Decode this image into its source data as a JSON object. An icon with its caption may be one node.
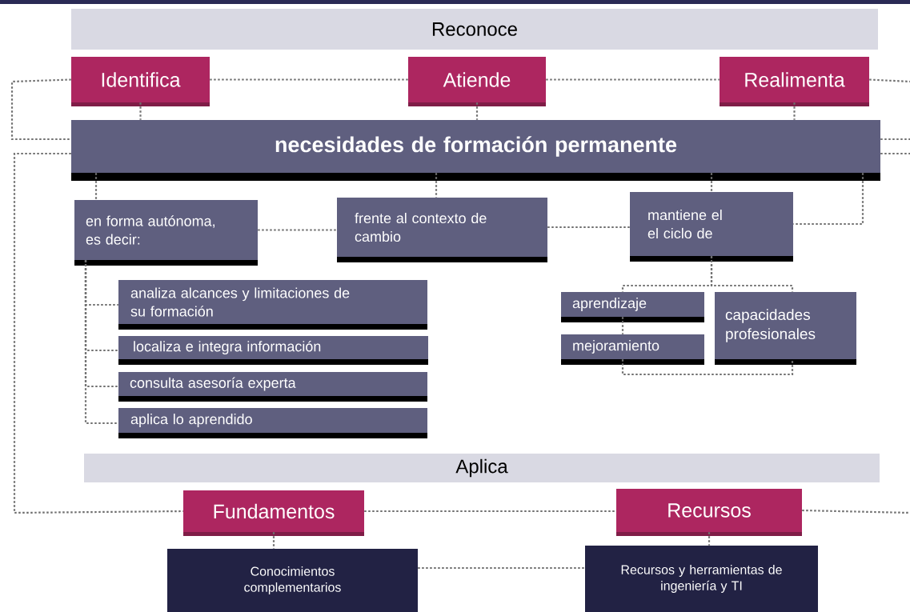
{
  "diagram": {
    "nodes": [
      {
        "text": [
          "Reconoce"
        ]
      },
      {
        "text": [
          "Identifica"
        ]
      },
      {
        "text": [
          "Atiende"
        ]
      },
      {
        "text": [
          "Realimenta"
        ]
      },
      {
        "text": [
          "necesidades de formación permanente"
        ]
      },
      {
        "text": [
          "en forma autónoma, es decir:"
        ]
      },
      {
        "text": [
          "frente al contexto de cambio"
        ]
      },
      {
        "text": [
          "mantiene el el ciclo de"
        ]
      },
      {
        "text": [
          "analiza alcances y limitaciones de su formación"
        ]
      },
      {
        "text": [
          "localiza e integra información"
        ]
      },
      {
        "text": [
          "consulta asesoría experta"
        ]
      },
      {
        "text": [
          "aplica lo aprendido"
        ]
      },
      {
        "text": [
          "aprendizaje"
        ]
      },
      {
        "text": [
          "mejoramiento"
        ]
      },
      {
        "text": [
          "capacidades profesionales"
        ]
      },
      {
        "text": [
          "Aplica"
        ]
      },
      {
        "text": [
          "Fundamentos"
        ]
      },
      {
        "text": [
          "Recursos"
        ]
      },
      {
        "text": [
          "Conocimientos complementarios"
        ]
      },
      {
        "text": [
          "Recursos y herramientas de ingeniería y TI"
        ]
      }
    ],
    "edges": [
      {
        "from": 1,
        "to": 2,
        "arrow": "none"
      },
      {
        "from": 2,
        "to": 3,
        "arrow": "none"
      },
      {
        "from": 3,
        "to": null,
        "arrow": "none"
      },
      {
        "from": 1,
        "to": 4,
        "arrow": "none"
      },
      {
        "from": 1,
        "to": 4,
        "arrow": "none"
      },
      {
        "from": 2,
        "to": 4,
        "arrow": "none"
      },
      {
        "from": 3,
        "to": 4,
        "arrow": "none"
      },
      {
        "from": 4,
        "to": null,
        "arrow": "none"
      },
      {
        "from": 4,
        "to": null,
        "arrow": "none"
      },
      {
        "from": 4,
        "to": 16,
        "arrow": "none"
      },
      {
        "from": 4,
        "to": 5,
        "arrow": "none"
      },
      {
        "from": 4,
        "to": 6,
        "arrow": "none"
      },
      {
        "from": 4,
        "to": 7,
        "arrow": "none"
      },
      {
        "from": 4,
        "to": 7,
        "arrow": "none"
      },
      {
        "from": 5,
        "to": 6,
        "arrow": "none"
      },
      {
        "from": 6,
        "to": 7,
        "arrow": "none"
      },
      {
        "from": 5,
        "to": 8,
        "arrow": "none"
      },
      {
        "from": 5,
        "to": 9,
        "arrow": "none"
      },
      {
        "from": 5,
        "to": 10,
        "arrow": "none"
      },
      {
        "from": 5,
        "to": 11,
        "arrow": "none"
      },
      {
        "from": 7,
        "to": 12,
        "arrow": "none"
      },
      {
        "from": 7,
        "to": 14,
        "arrow": "none"
      },
      {
        "from": 12,
        "to": 13,
        "arrow": "none"
      },
      {
        "from": 13,
        "to": 14,
        "arrow": "none"
      },
      {
        "from": 16,
        "to": 17,
        "arrow": "none"
      },
      {
        "from": 17,
        "to": null,
        "arrow": "none"
      },
      {
        "from": 16,
        "to": 18,
        "arrow": "none"
      },
      {
        "from": 17,
        "to": 19,
        "arrow": "none"
      },
      {
        "from": 18,
        "to": 19,
        "arrow": "none"
      }
    ]
  }
}
